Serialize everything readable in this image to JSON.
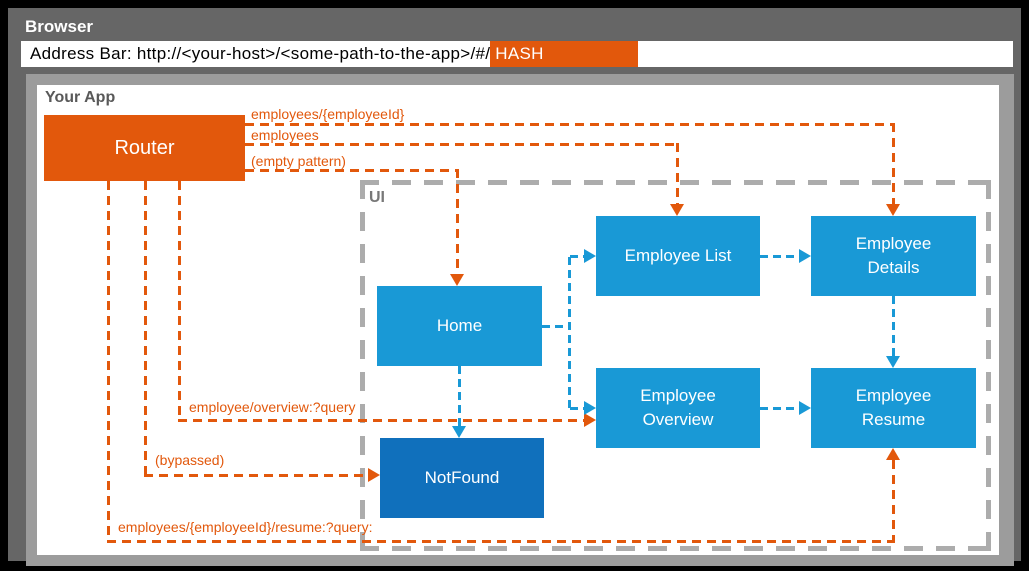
{
  "colors": {
    "orange": "#E2580C",
    "blue": "#1999D6",
    "dark_blue": "#1070BC",
    "frame_gray": "#9C9C9C",
    "browser_gray": "#666666",
    "ui_dash_gray": "#ACACAC"
  },
  "browser": {
    "title": "Browser",
    "address_bar_text": "Address Bar: http://<your-host>/<some-path-to-the-app>/#/",
    "hash_highlight": "HASH"
  },
  "app": {
    "title": "Your App",
    "router_label": "Router",
    "ui_label": "UI"
  },
  "routes": {
    "to_employee_details": {
      "label": "employees/{employeeId}"
    },
    "to_employee_list": {
      "label": "employees"
    },
    "to_home": {
      "label": "(empty pattern)"
    },
    "to_employee_overview": {
      "label": "employee/overview:?query"
    },
    "to_not_found": {
      "label": "(bypassed)"
    },
    "to_employee_resume": {
      "label": "employees/{employeeId}/resume:?query:"
    }
  },
  "components": {
    "home": {
      "lines": [
        "Home"
      ]
    },
    "employee_list": {
      "lines": [
        "Employee List"
      ]
    },
    "employee_details": {
      "lines": [
        "Employee",
        "Details"
      ]
    },
    "employee_overview": {
      "lines": [
        "Employee",
        "Overview"
      ]
    },
    "employee_resume": {
      "lines": [
        "Employee",
        "Resume"
      ]
    },
    "not_found": {
      "lines": [
        "NotFound"
      ]
    }
  }
}
